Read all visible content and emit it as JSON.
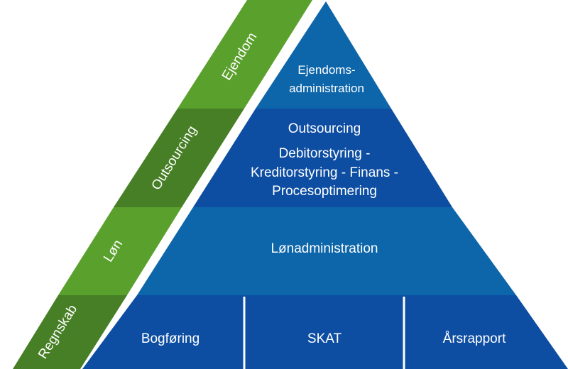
{
  "side": {
    "ejendom": "Ejendom",
    "outsourcing": "Outsourcing",
    "loen": "Løn",
    "regnskab": "Regnskab"
  },
  "pyramid": {
    "top_line1": "Ejendoms-",
    "top_line2": "administration",
    "outsourcing_title": "Outsourcing",
    "outsourcing_line1": "Debitorstyring -",
    "outsourcing_line2": "Kreditorstyring - Finans -",
    "outsourcing_line3": "Procesoptimering",
    "loen_admin": "Lønadministration",
    "base": [
      "Bogføring",
      "SKAT",
      "Årsrapport"
    ]
  },
  "colors": {
    "green_light": "#5aa02c",
    "green_dark": "#467f25",
    "blue_dark": "#0d4ea2",
    "blue_light": "#0e66aa"
  }
}
